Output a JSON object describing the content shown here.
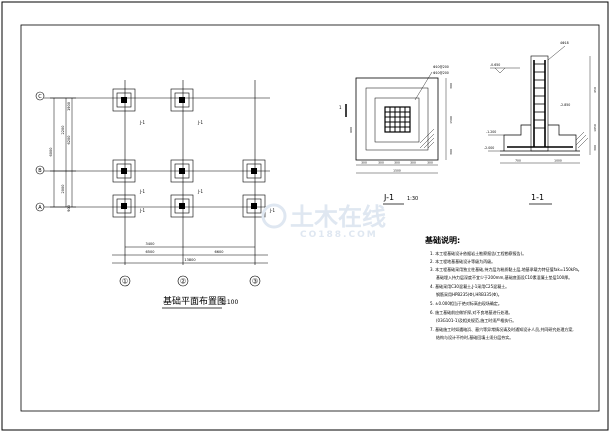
{
  "plan": {
    "title": "基础平面布置图",
    "scale_suffix": "1:100",
    "axes_vertical": [
      "①",
      "②",
      "③"
    ],
    "axes_horizontal": [
      "C",
      "B",
      "A"
    ],
    "dims_left": [
      "1900",
      "6200",
      "2200",
      "2000",
      "6000",
      "900"
    ],
    "dims_bottom": [
      "3400",
      "6500",
      "6600",
      "13800"
    ],
    "footing_tags": [
      "J-1",
      "J-1",
      "J-1",
      "J-1",
      "J-1",
      "J-1"
    ]
  },
  "section_plan": {
    "title": "J-1",
    "scale": "1:30",
    "rebar_note_1": "Φ10@200",
    "rebar_note_2": "Φ10@200",
    "dims_bottom_parts": [
      "300",
      "300",
      "300",
      "300",
      "300"
    ],
    "dims_bottom_total": "1500",
    "dims_side": [
      "300",
      "1500",
      "300",
      "600"
    ]
  },
  "section_cut": {
    "title": "1-1",
    "levels": [
      "-0.650",
      "-1.200",
      "-2.000",
      "-2.850"
    ],
    "rebar_note": "4Φ18",
    "dims_bottom": [
      "700",
      "1000"
    ],
    "dims_side": [
      "450",
      "1050",
      "300"
    ]
  },
  "notes": {
    "title": "基础说明:",
    "items": [
      "1. 本工程基础设计依据岩土勘察报告(工程勘察报告)。",
      "2. 本工程地基基础设计等级为丙级。",
      "3. 本工程基础采用独立柱基础,持力层为粉质黏土层,地基承载力特征值fak=150kPa。",
      "基础埋入持力层深度不宜少于200mm,基础底面设C10素混凝土垫层100厚。",
      "4. 基础采用C30混凝土,J-1采用C25混凝土。",
      "钢筋采用HPB235(Φ),HRB335(Φ)。",
      "5. ±0.000相当于绝对标高由现场确定。",
      "6. 施工基础前应做钎探,对不良地基进行处理。",
      "(03G101-1)及相关规范,施工时须严格执行。",
      "7. 基础施工时如遇暗浜、墓穴等异常情况请及时通知设计人员,共同研究处理方案,",
      "结构与设计不符时,基础回填土须分层夯实。"
    ]
  },
  "watermark": {
    "text_cn": "土木在线",
    "text_en": "CO188.COM"
  }
}
